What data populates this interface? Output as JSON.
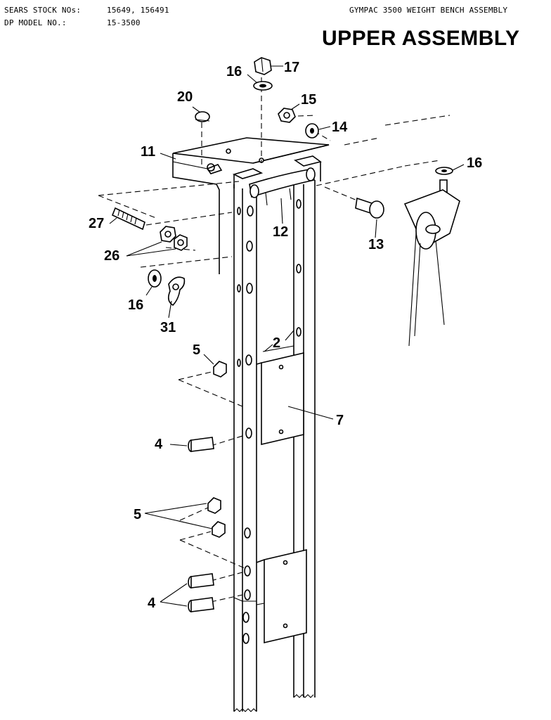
{
  "header": {
    "stock_label": "SEARS STOCK NOs:",
    "stock_values": "15649, 156491",
    "model_label": "DP MODEL NO.:",
    "model_value": "15-3500",
    "assembly_title": "GYMPAC 3500 WEIGHT BENCH ASSEMBLY",
    "section_title": "UPPER ASSEMBLY"
  },
  "diagram": {
    "part_labels": [
      "16",
      "17",
      "20",
      "15",
      "14",
      "11",
      "16",
      "27",
      "12",
      "13",
      "26",
      "16",
      "31",
      "5",
      "2",
      "7",
      "4",
      "5",
      "4"
    ]
  }
}
